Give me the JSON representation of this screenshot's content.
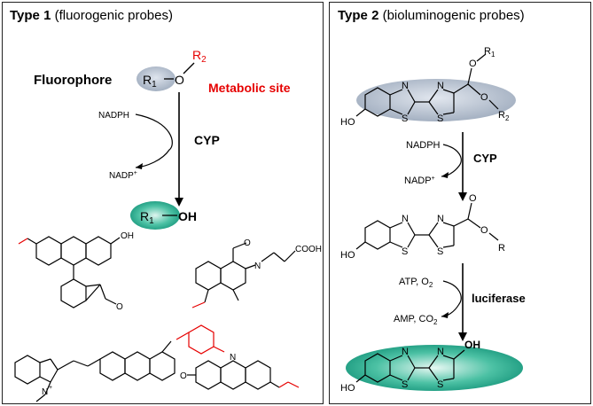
{
  "panel1": {
    "title_bold": "Type 1",
    "title_rest": " (fluorogenic probes)",
    "fluorophore_label": "Fluorophore",
    "metabolic_label": "Metabolic site",
    "r1": "R",
    "r1_sub": "1",
    "r2": "R",
    "r2_sub": "2",
    "o_atom": "O",
    "oh_label": "OH",
    "cofactor_in": "NADPH",
    "cofactor_out": "NADP",
    "cofactor_out_sup": "+",
    "enzyme": "CYP",
    "struct_labels": {
      "oh1": "OH",
      "cooh": "COOH",
      "o_carbonyl": "O",
      "n_imide": "N",
      "o_imide": "O",
      "n_cy": "N",
      "n_cy_charge": "+",
      "n_res": "N",
      "o_res_ketone": "O"
    }
  },
  "panel2": {
    "title_bold": "Type 2",
    "title_rest": " (bioluminogenic probes)",
    "cofactor_in": "NADPH",
    "cofactor_out": "NADP",
    "cofactor_out_sup": "+",
    "enzyme": "CYP",
    "step2_in": "ATP, O",
    "step2_in_sub": "2",
    "step2_out": "AMP, CO",
    "step2_out_sub": "2",
    "enzyme2": "luciferase",
    "atoms": {
      "n": "N",
      "s": "S",
      "o": "O",
      "ho": "HO",
      "oh": "OH",
      "r": "R",
      "r1": "R",
      "r1_sub": "1",
      "r2": "R",
      "r2_sub": "2"
    }
  },
  "colors": {
    "red_accent": "#e60000",
    "grey_oval": "#a7b3c3",
    "teal_oval": "#19a58a",
    "panel_border": "#222222"
  }
}
